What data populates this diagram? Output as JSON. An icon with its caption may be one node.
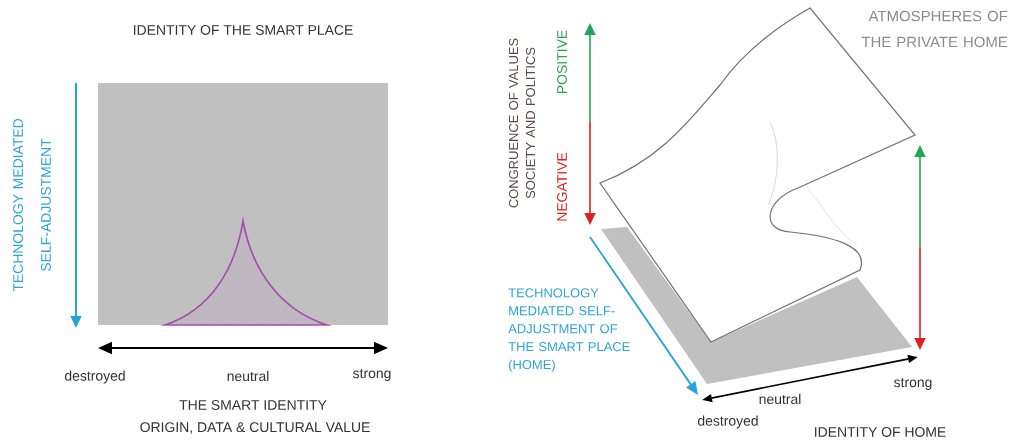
{
  "diagram": {
    "labels": [
      "IDENTITY OF THE SMART PLACE",
      "TECHNOLOGY MEDIATED SELF-ADJUSTMENT",
      "destroyed",
      "neutral",
      "strong",
      "THE SMART IDENTITY",
      "ORIGIN, DATA & CULTURAL VALUE",
      "CONGRUENCE OF VALUES SOCIETY AND POLITICS",
      "POSITIVE",
      "NEGATIVE",
      "ATMOSPHERES OF THE PRIVATE HOME",
      "TECHNOLOGY MEDIATED SELF-ADJUSTMENT OF THE SMART PLACE (HOME)",
      "strong",
      "neutral",
      "destroyed",
      "IDENTITY OF HOME"
    ]
  }
}
